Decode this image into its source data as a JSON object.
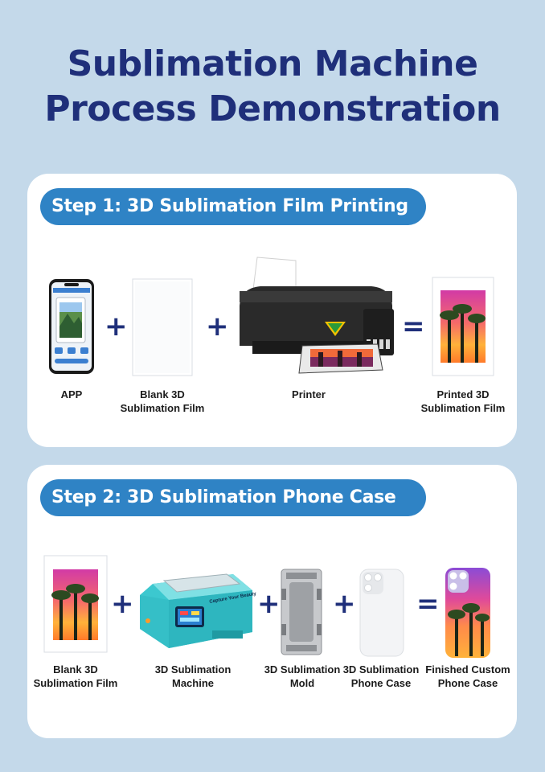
{
  "title": {
    "line1": "Sublimation Machine",
    "line2": "Process Demonstration"
  },
  "step1": {
    "heading": "Step 1: 3D Sublimation Film Printing",
    "items": [
      {
        "line1": "APP",
        "line2": ""
      },
      {
        "line1": "Blank 3D",
        "line2": "Sublimation Film"
      },
      {
        "line1": "Printer",
        "line2": ""
      },
      {
        "line1": "Printed 3D",
        "line2": "Sublimation Film"
      }
    ],
    "operators": [
      "+",
      "+",
      "="
    ]
  },
  "step2": {
    "heading": "Step 2: 3D Sublimation Phone Case",
    "items": [
      {
        "line1": "Blank 3D",
        "line2": "Sublimation Film"
      },
      {
        "line1": "3D Sublimation Machine",
        "line2": ""
      },
      {
        "line1": "3D Sublimation",
        "line2": "Mold"
      },
      {
        "line1": "3D Sublimation",
        "line2": "Phone Case"
      },
      {
        "line1": "Finished Custom",
        "line2": "Phone Case"
      }
    ],
    "operators": [
      "+",
      "+",
      "+",
      "="
    ],
    "machine_text": "Capture Your Beauty"
  },
  "colors": {
    "background": "#c4d9ea",
    "title": "#1f2f7a",
    "pill": "#2f83c5",
    "machine": "#3cc8cf"
  }
}
